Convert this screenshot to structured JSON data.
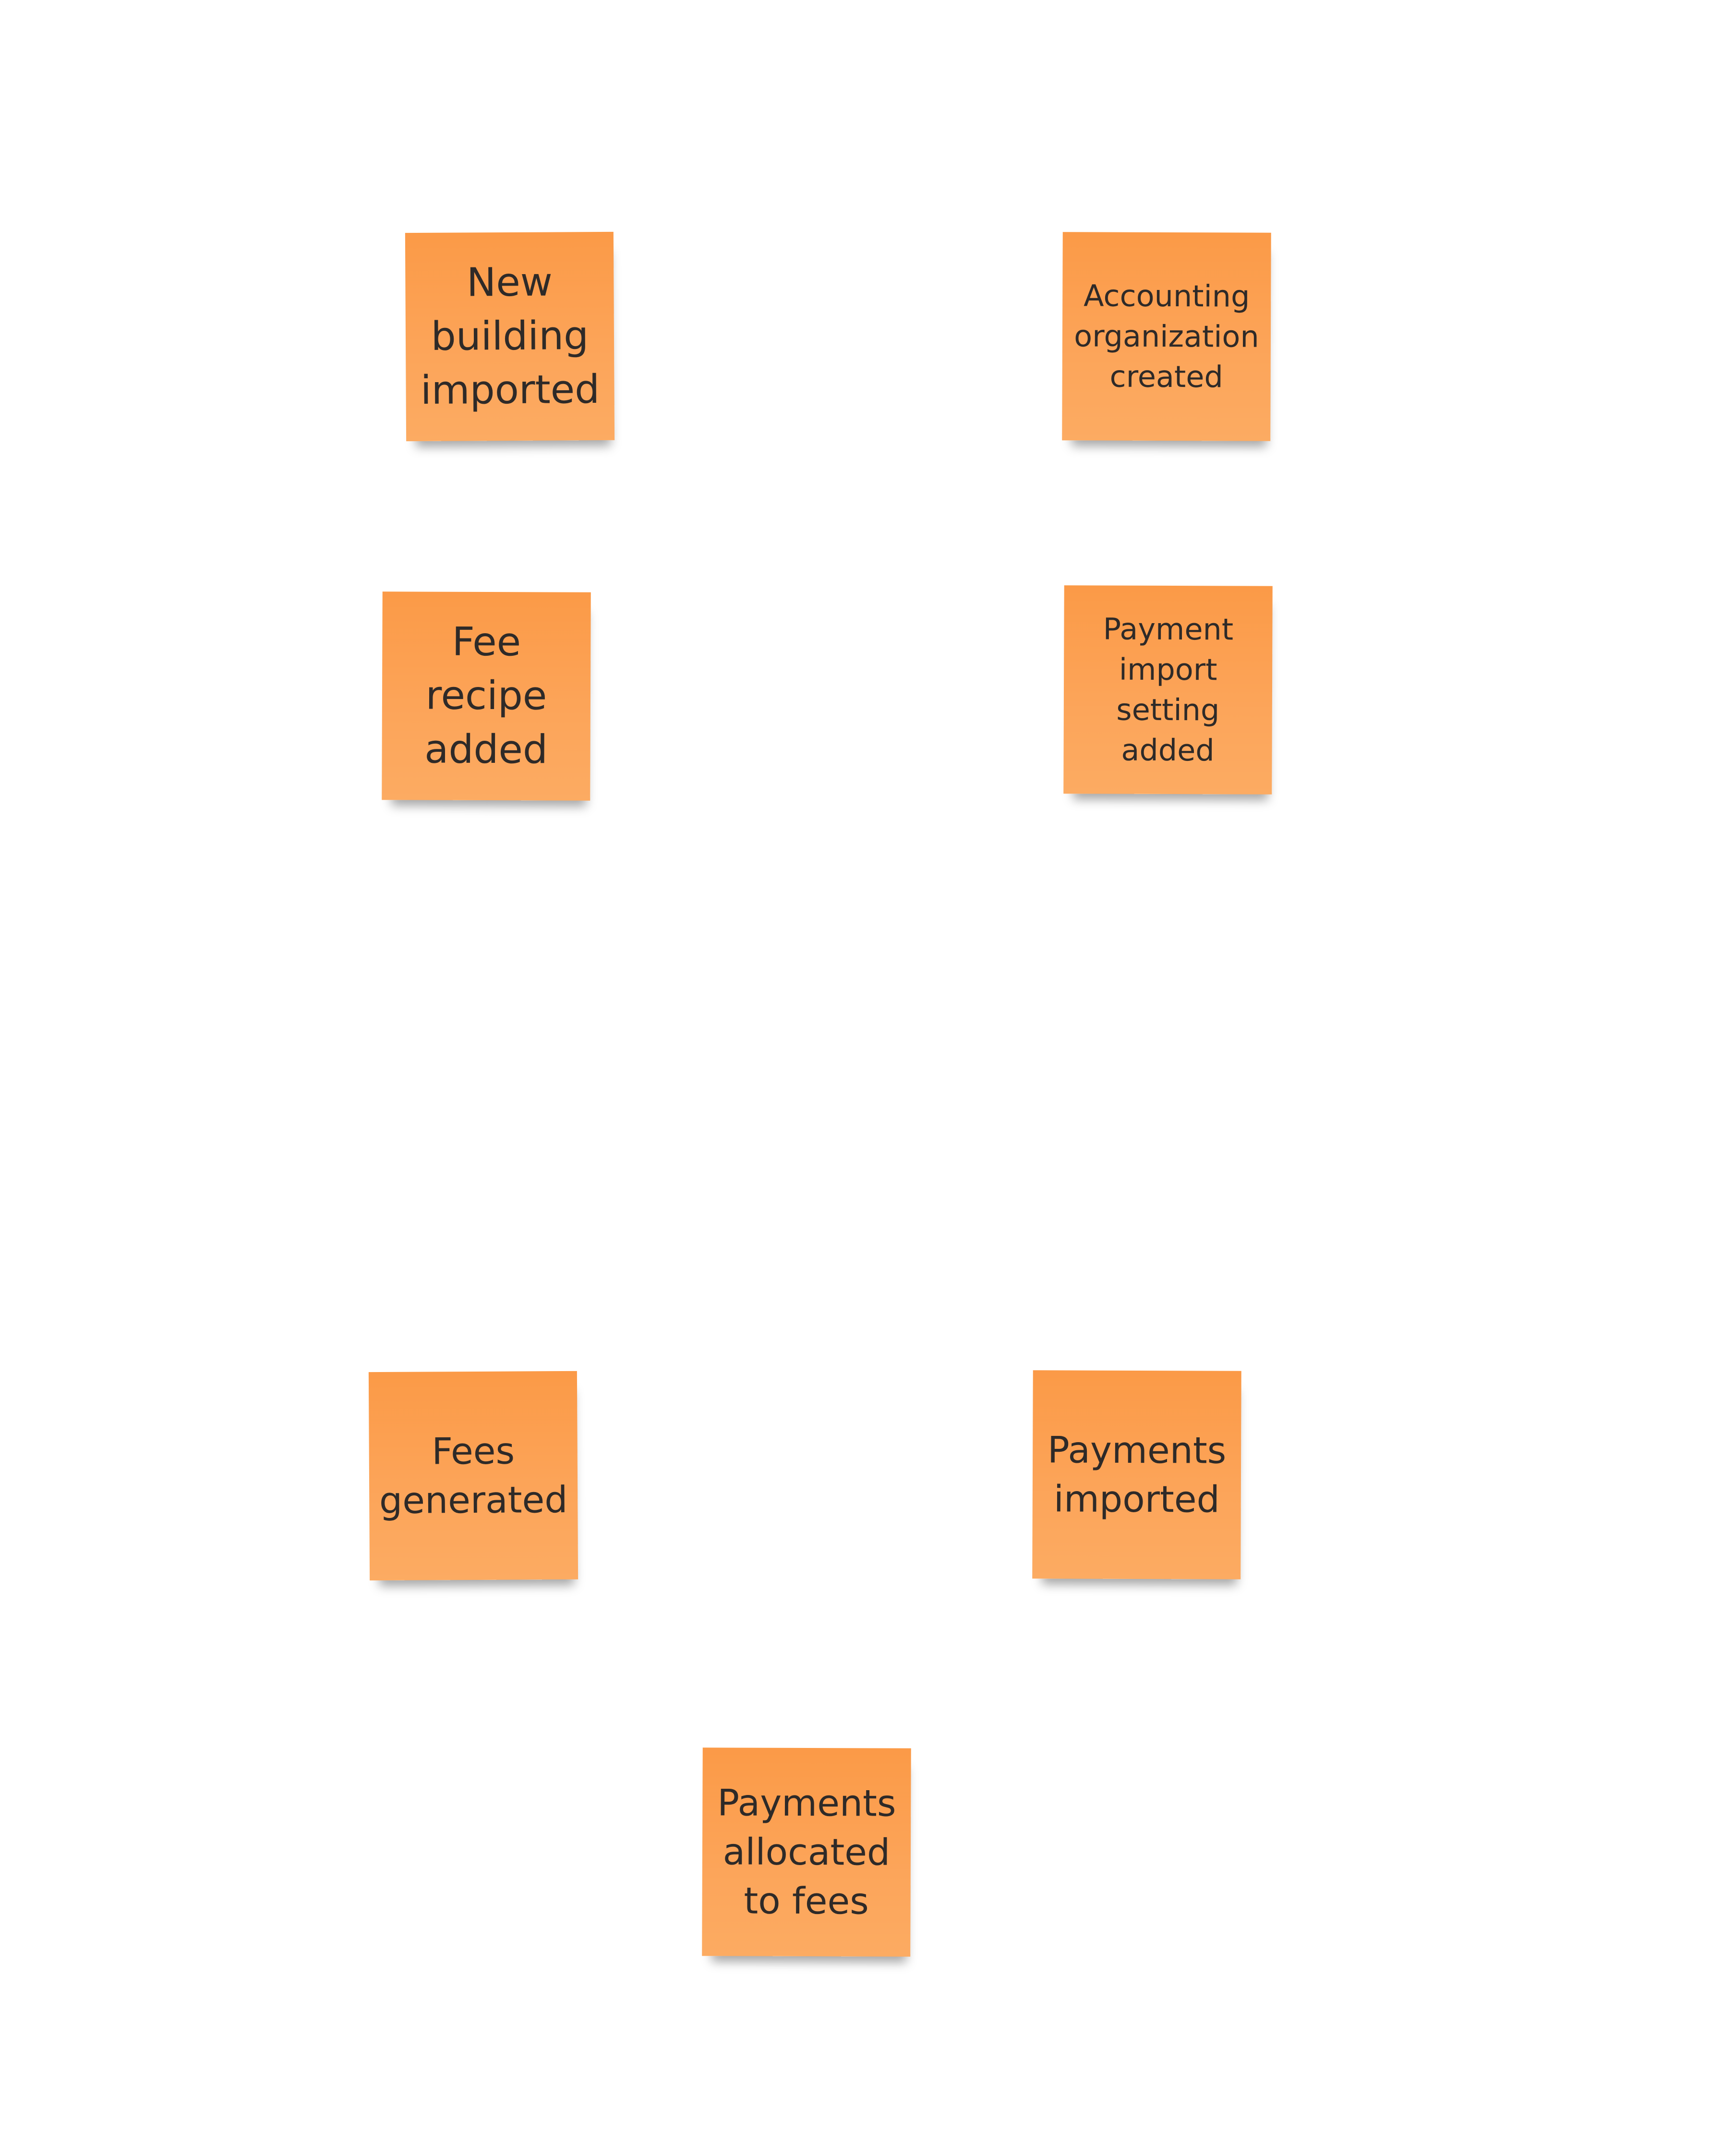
{
  "board": {
    "sticky_color": "#fb9a47",
    "text_color": "#2e2a28",
    "stickies": [
      {
        "label": "New\nbuilding\nimported"
      },
      {
        "label": "Accounting\norganization\ncreated"
      },
      {
        "label": "Fee\nrecipe\nadded"
      },
      {
        "label": "Payment\nimport\nsetting\nadded"
      },
      {
        "label": "Fees\ngenerated"
      },
      {
        "label": "Payments\nimported"
      },
      {
        "label": "Payments\nallocated\nto fees"
      }
    ]
  }
}
